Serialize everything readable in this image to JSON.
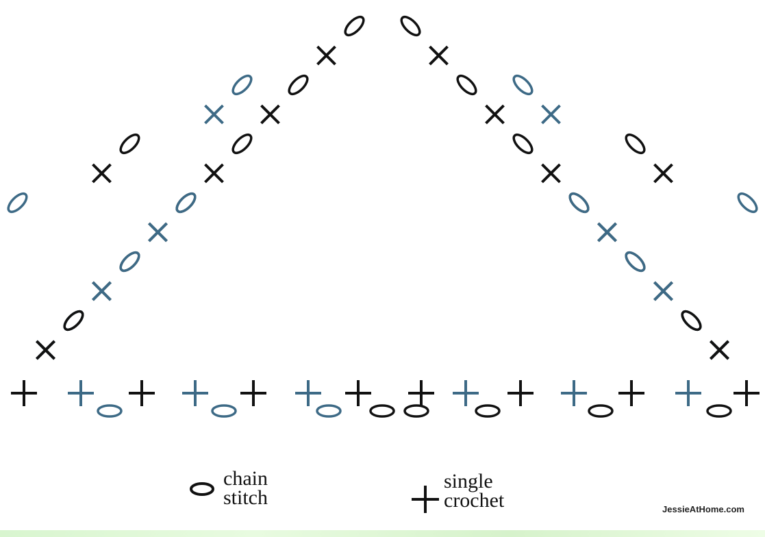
{
  "colors": {
    "primary": "#111111",
    "accent": "#3d6a86",
    "background": "#ffffff"
  },
  "legend": {
    "chain_label": "chain\nstitch",
    "sc_label": "single\ncrochet"
  },
  "watermark": "JessieAtHome.com"
}
